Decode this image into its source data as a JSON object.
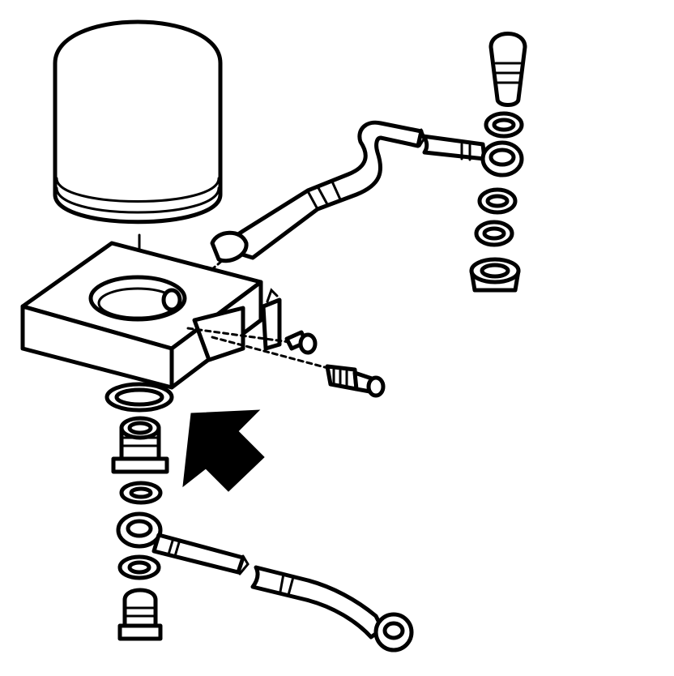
{
  "diagram": {
    "type": "exploded-view line drawing",
    "ink_color": "#000000",
    "paper_color": "#ffffff",
    "components": [
      "oil-filter",
      "filter-adapter-block",
      "upper-oil-line",
      "upper-banjo-bolt",
      "upper-seal-washers",
      "upper-threaded-fitting",
      "sensor-bracket",
      "bracket-screw",
      "oil-pressure-sender",
      "adapter-gasket",
      "center-threaded-nipple",
      "lower-seal-washers",
      "lower-banjo-fitting",
      "lower-oil-line",
      "lower-banjo-bolt",
      "direction-arrow"
    ],
    "arrow_direction": "up-right"
  }
}
